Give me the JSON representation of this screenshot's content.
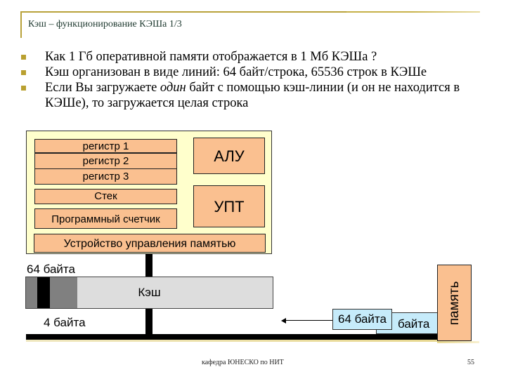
{
  "slide": {
    "title": "Кэш – функционирование КЭШа 1/3",
    "bullets": [
      {
        "text": "Как 1 Гб оперативной памяти отображается в 1 Мб КЭШа ?"
      },
      {
        "text": "Кэш организован в виде линий: 64 байт/строка, 65536 строк в КЭШе"
      },
      {
        "pre": "Если Вы загружаете ",
        "em": "один",
        "post": " байт с помощью кэш-линии (и он не находится в КЭШе), то загружается целая строка"
      }
    ],
    "colors": {
      "accent_gold": "#b8a23a",
      "cpu_background": "#ffffcc",
      "component_orange": "#fac090",
      "cache_gray": "#dddddd",
      "cache_line_dark": "#808080",
      "transfer_blue": "#c6ebfa",
      "bus_black": "#000000"
    }
  },
  "diagram": {
    "cpu": {
      "registers": [
        "регистр 1",
        "регистр 2",
        "регистр 3"
      ],
      "stack": "Стек",
      "program_counter": "Программный счетчик",
      "alu": "АЛУ",
      "fpu": "УПТ",
      "mmu": "Устройство управления памятью"
    },
    "cache": {
      "label": "Кэш",
      "line_size_label": "64 байта",
      "word_size_label": "4 байта"
    },
    "transfer": {
      "front_label": "64 байта",
      "back_label": "байта"
    },
    "memory": {
      "label": "память"
    }
  },
  "footer": {
    "department": "кафедра ЮНЕСКО по НИТ",
    "page_number": "55"
  }
}
